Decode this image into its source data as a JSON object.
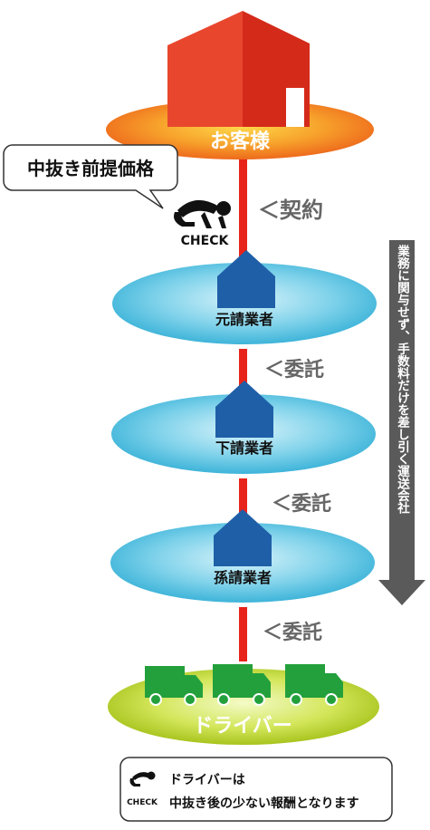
{
  "customer": {
    "label": "お客様"
  },
  "callout": {
    "text": "中抜き前提価格"
  },
  "check": {
    "label": "CHECK"
  },
  "links": [
    {
      "label": "＜契約"
    },
    {
      "label": "＜委託"
    },
    {
      "label": "＜委託"
    },
    {
      "label": "＜委託"
    }
  ],
  "tiers": [
    {
      "label": "元請業者"
    },
    {
      "label": "下請業者"
    },
    {
      "label": "孫請業者"
    }
  ],
  "driver": {
    "label": "ドライバー"
  },
  "side_arrow": {
    "text": "業務に関与せず、手数料だけを差し引く運送会社"
  },
  "note": {
    "check_label": "CHECK",
    "line1": "ドライバーは",
    "line2": "中抜き後の少ない報酬となります"
  },
  "colors": {
    "house_left": "#e8472e",
    "house_right": "#d42a1a",
    "customer_disc": "#f48a1f",
    "connector": "#e8231a",
    "tier_disc": "#5fc6e3",
    "tier_house": "#1f5fa8",
    "driver_disc": "#bfd82a",
    "truck": "#23a03c",
    "link_text": "#666666",
    "side_arrow": "#5a5a5a"
  },
  "icons": [
    "house-icon",
    "kneeling-man-icon",
    "truck-icon",
    "down-arrow-icon"
  ]
}
